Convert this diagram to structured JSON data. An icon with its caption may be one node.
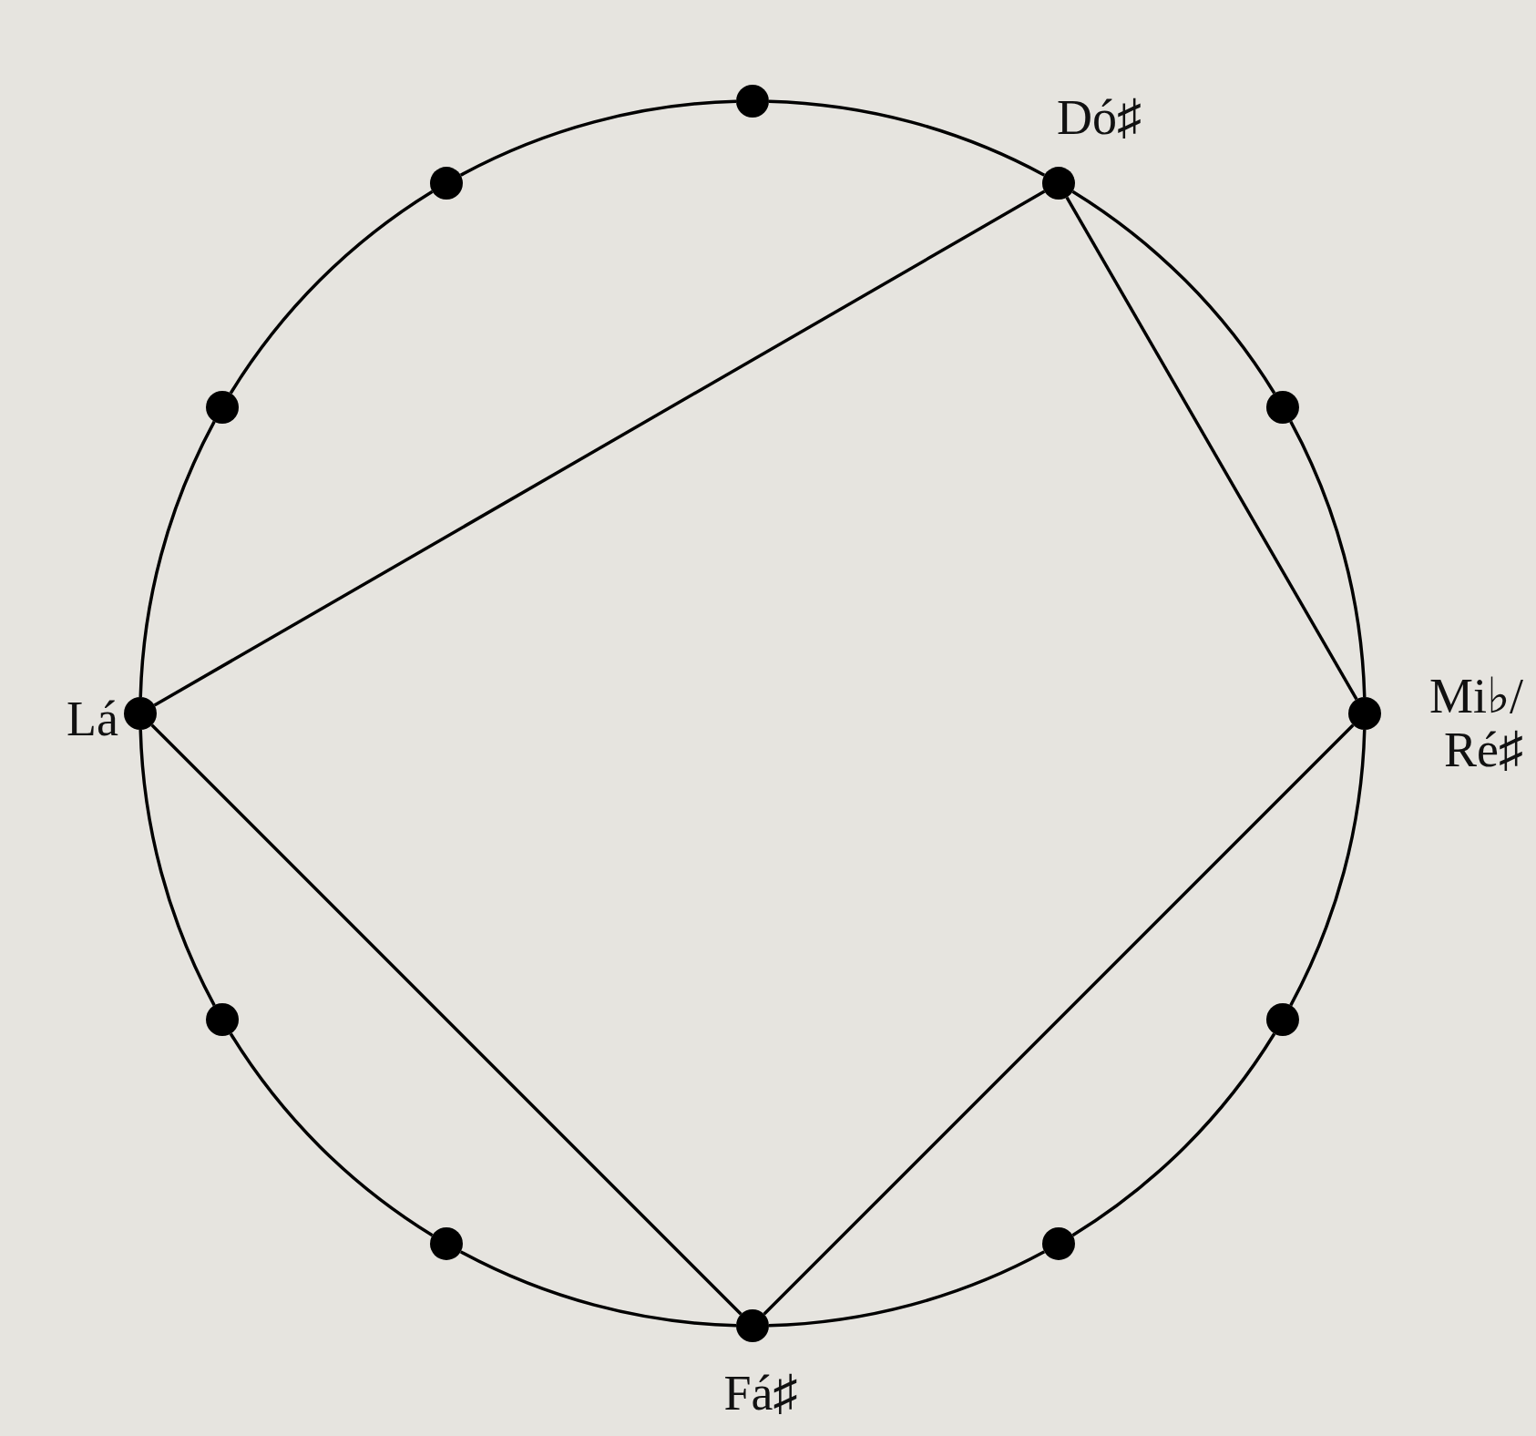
{
  "diagram": {
    "nodes": [
      {
        "text": [],
        "shape": "circle"
      },
      {
        "text": [],
        "shape": "circle",
        "beside": [
          "Dó♯"
        ]
      },
      {
        "text": [],
        "shape": "circle"
      },
      {
        "text": [],
        "shape": "circle",
        "beside": [
          "Mi♭/ Ré♯"
        ]
      },
      {
        "text": [],
        "shape": "circle"
      },
      {
        "text": [],
        "shape": "circle"
      },
      {
        "text": [],
        "shape": "circle",
        "beside": [
          "Fá♯"
        ]
      },
      {
        "text": [],
        "shape": "circle"
      },
      {
        "text": [],
        "shape": "circle"
      },
      {
        "text": [],
        "shape": "circle",
        "beside": [
          "Lá"
        ]
      },
      {
        "text": [],
        "shape": "circle"
      },
      {
        "text": [],
        "shape": "circle"
      }
    ],
    "edges": [
      {
        "from": 0,
        "to": 1,
        "arrow": "none"
      },
      {
        "from": 1,
        "to": 2,
        "arrow": "none"
      },
      {
        "from": 2,
        "to": 3,
        "arrow": "none"
      },
      {
        "from": 3,
        "to": 4,
        "arrow": "none"
      },
      {
        "from": 4,
        "to": 5,
        "arrow": "none"
      },
      {
        "from": 5,
        "to": 6,
        "arrow": "none"
      },
      {
        "from": 6,
        "to": 7,
        "arrow": "none"
      },
      {
        "from": 7,
        "to": 8,
        "arrow": "none"
      },
      {
        "from": 8,
        "to": 9,
        "arrow": "none"
      },
      {
        "from": 9,
        "to": 10,
        "arrow": "none"
      },
      {
        "from": 10,
        "to": 11,
        "arrow": "none"
      },
      {
        "from": 11,
        "to": 0,
        "arrow": "none"
      },
      {
        "from": 1,
        "to": 3,
        "arrow": "none"
      },
      {
        "from": 3,
        "to": 6,
        "arrow": "none"
      },
      {
        "from": 6,
        "to": 9,
        "arrow": "none"
      },
      {
        "from": 9,
        "to": 1,
        "arrow": "none"
      }
    ]
  }
}
